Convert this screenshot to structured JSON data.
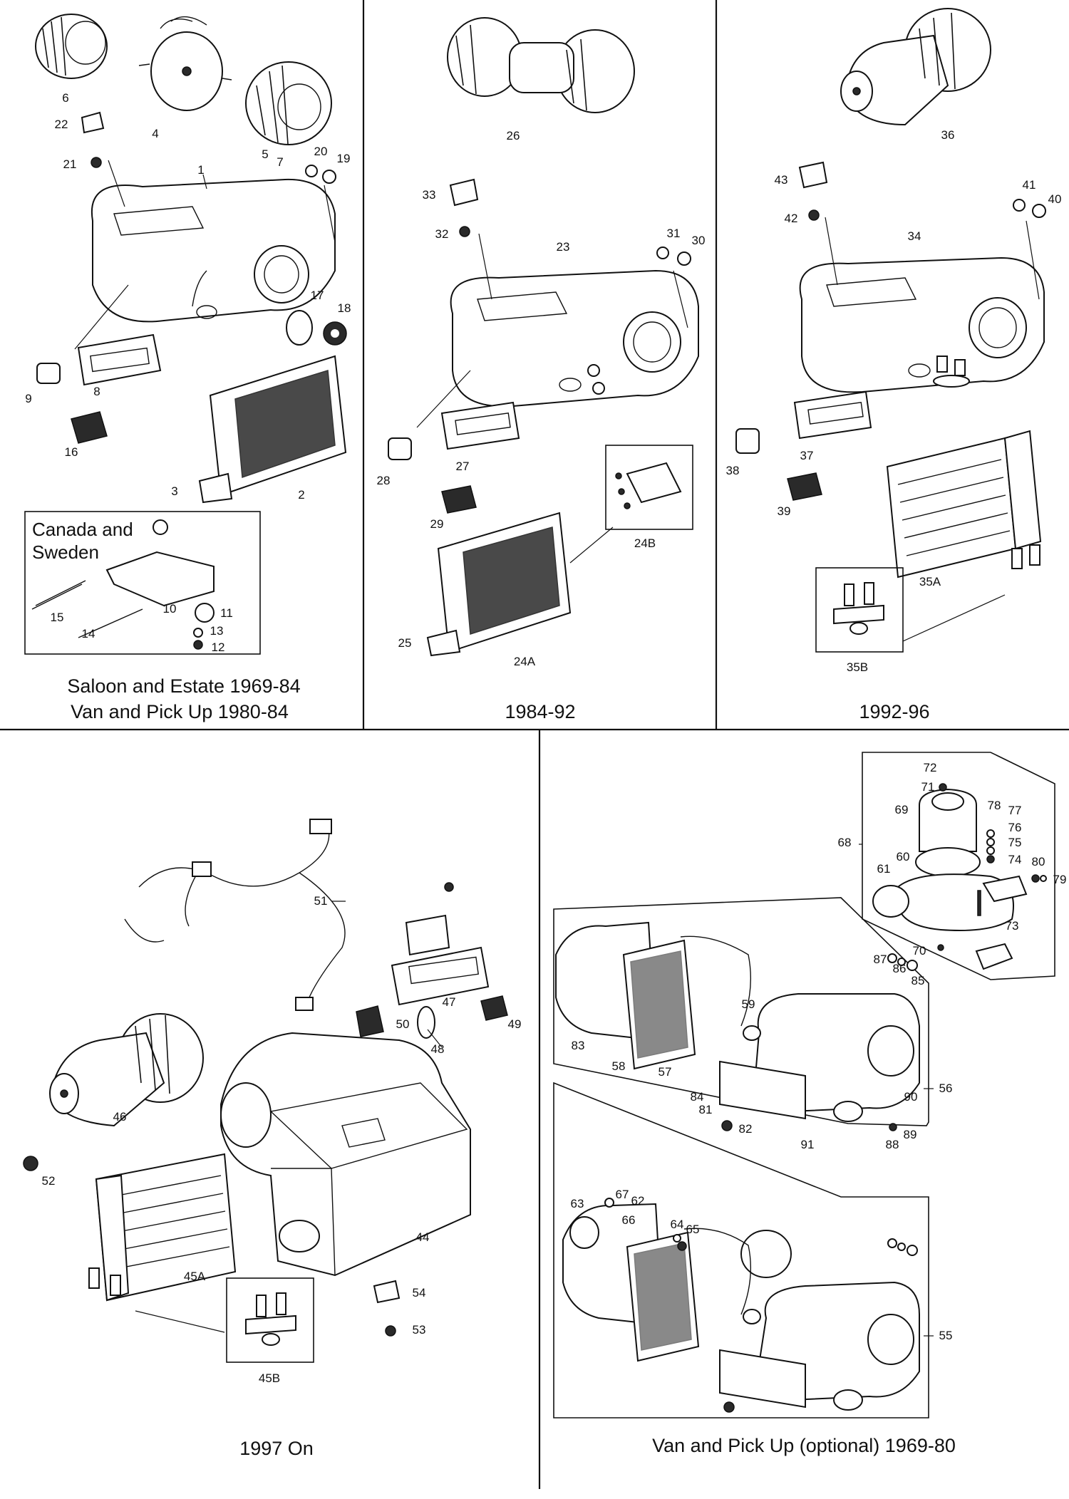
{
  "panels": [
    {
      "id": "p1",
      "caption": [
        "Saloon and Estate 1969-84",
        "Van and Pick Up 1980-84"
      ]
    },
    {
      "id": "p2",
      "caption": [
        "1984-92"
      ]
    },
    {
      "id": "p3",
      "caption": [
        "1992-96"
      ]
    },
    {
      "id": "p4",
      "caption": [
        "1997 On"
      ]
    },
    {
      "id": "p5",
      "caption": [
        "Van and Pick Up (optional) 1969-80"
      ]
    }
  ],
  "inset": {
    "title": [
      "Canada and",
      "Sweden"
    ]
  },
  "callouts": {
    "p1": [
      "1",
      "2",
      "3",
      "4",
      "5",
      "6",
      "7",
      "8",
      "9",
      "10",
      "11",
      "12",
      "13",
      "14",
      "15",
      "16",
      "17",
      "18",
      "19",
      "20",
      "21",
      "22"
    ],
    "p2": [
      "23",
      "24A",
      "24B",
      "25",
      "26",
      "27",
      "28",
      "29",
      "30",
      "31",
      "32",
      "33"
    ],
    "p3": [
      "34",
      "35A",
      "35B",
      "36",
      "37",
      "38",
      "39",
      "40",
      "41",
      "42",
      "43"
    ],
    "p4": [
      "44",
      "45A",
      "45B",
      "46",
      "47",
      "48",
      "49",
      "50",
      "51",
      "52",
      "53",
      "54"
    ],
    "p5": [
      "55",
      "56",
      "57",
      "58",
      "59",
      "60",
      "61",
      "62",
      "63",
      "64",
      "65",
      "66",
      "67",
      "68",
      "69",
      "70",
      "71",
      "72",
      "73",
      "74",
      "75",
      "76",
      "77",
      "78",
      "79",
      "80",
      "81",
      "82",
      "83",
      "84",
      "85",
      "86",
      "87",
      "88",
      "89",
      "90",
      "91"
    ]
  }
}
